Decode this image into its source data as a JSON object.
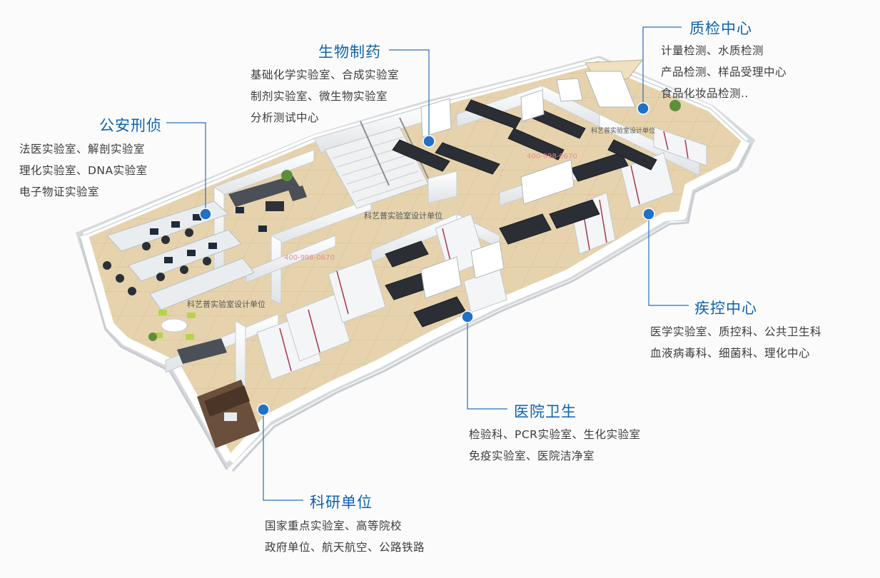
{
  "watermarks": {
    "brand_1": "科艺普实验室设计单位",
    "brand_2": "科艺普实验室设计单位",
    "brand_3": "科艺普实验室设计单位",
    "phone_1": "400-998-0670",
    "phone_2": "400-998-0670"
  },
  "callouts": [
    {
      "id": "zhijian",
      "title": "质检中心",
      "lines": [
        "计量检测、水质检测",
        "产品检测、样品受理中心",
        "食品化妆品检测.."
      ]
    },
    {
      "id": "shengwu",
      "title": "生物制药",
      "lines": [
        "基础化学实验室、合成实验室",
        "制剂实验室、微生物实验室",
        "分析测试中心"
      ]
    },
    {
      "id": "gongan",
      "title": "公安刑侦",
      "lines": [
        "法医实验室、解剖实验室",
        "理化实验室、DNA实验室",
        "电子物证实验室"
      ]
    },
    {
      "id": "jikong",
      "title": "疾控中心",
      "lines": [
        "医学实验室、质控科、公共卫生科",
        "血液病毒科、细菌科、理化中心"
      ]
    },
    {
      "id": "yiyuan",
      "title": "医院卫生",
      "lines": [
        "检验科、PCR实验室、生化实验室",
        "免疫实验室、医院洁净室"
      ]
    },
    {
      "id": "keyan",
      "title": "科研单位",
      "lines": [
        "国家重点实验室、高等院校",
        "政府单位、航天航空、公路铁路"
      ]
    }
  ],
  "colors": {
    "accent": "#0e62ad",
    "marker": "#1f72c6",
    "text": "#3c3c3c",
    "leader": "#2b6fb3"
  }
}
